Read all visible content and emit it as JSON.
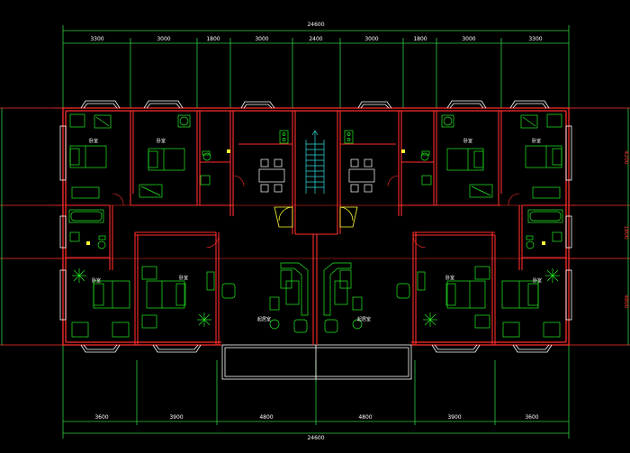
{
  "drawing": {
    "background": "#000000",
    "colors": {
      "wall": "#ff2d2d",
      "furniture": "#22ee22",
      "dimension": "#2ecc40",
      "window": "#ffffff",
      "text": "#ffffff",
      "axis": "#ff3333",
      "stair": "#33dddd",
      "column": "#ffff33"
    },
    "top_dims": {
      "total": "24600",
      "segments": [
        "3300",
        "3000",
        "1800",
        "3000",
        "2400",
        "3000",
        "1800",
        "3000",
        "3300"
      ]
    },
    "bottom_dims": {
      "total": "24600",
      "segments": [
        "3600",
        "3900",
        "4800",
        "4800",
        "3900",
        "3600"
      ]
    },
    "right_dims": [
      "4200",
      "1800",
      "4800"
    ],
    "room_labels": [
      "卧室",
      "卧室",
      "卧室",
      "卧室",
      "卧室",
      "卧室",
      "卧室",
      "卧室",
      "起居室",
      "起居室"
    ]
  }
}
